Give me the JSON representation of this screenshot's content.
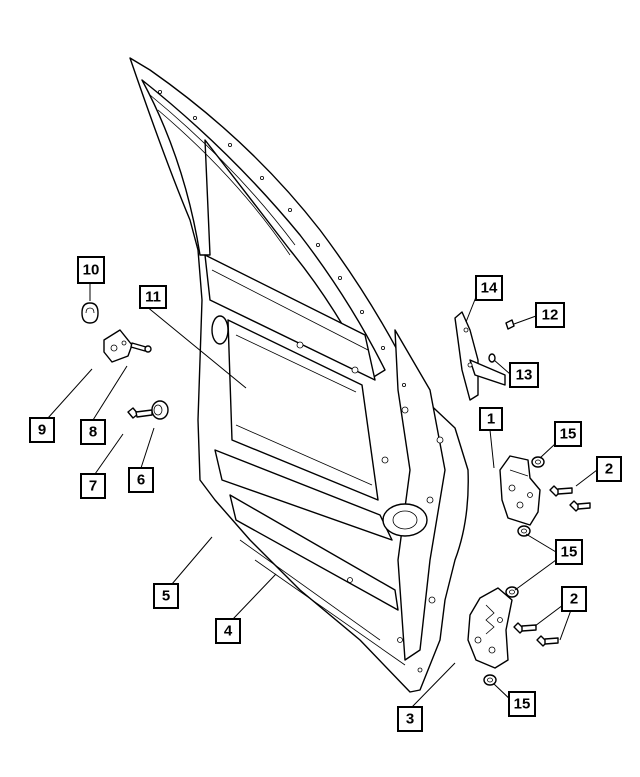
{
  "diagram": {
    "callouts": [
      {
        "id": "c1",
        "label": "1"
      },
      {
        "id": "c2a",
        "label": "2"
      },
      {
        "id": "c2b",
        "label": "2"
      },
      {
        "id": "c3",
        "label": "3"
      },
      {
        "id": "c4",
        "label": "4"
      },
      {
        "id": "c5",
        "label": "5"
      },
      {
        "id": "c6",
        "label": "6"
      },
      {
        "id": "c7",
        "label": "7"
      },
      {
        "id": "c8",
        "label": "8"
      },
      {
        "id": "c9",
        "label": "9"
      },
      {
        "id": "c10",
        "label": "10"
      },
      {
        "id": "c11",
        "label": "11"
      },
      {
        "id": "c12",
        "label": "12"
      },
      {
        "id": "c13",
        "label": "13"
      },
      {
        "id": "c14",
        "label": "14"
      },
      {
        "id": "c15a",
        "label": "15"
      },
      {
        "id": "c15b",
        "label": "15"
      },
      {
        "id": "c15c",
        "label": "15"
      }
    ]
  }
}
